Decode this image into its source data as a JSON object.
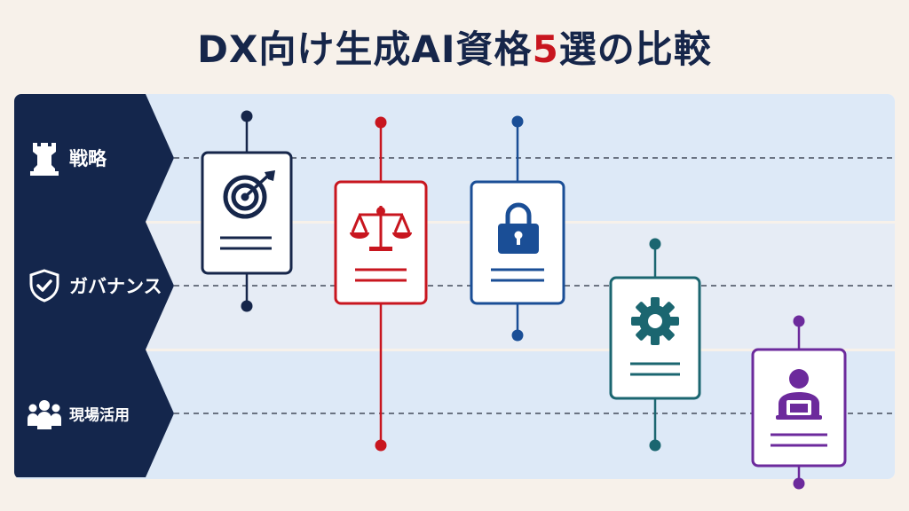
{
  "title": {
    "main": "DX向け生成AI資格",
    "number": "5",
    "suffix": "選の比較"
  },
  "rows": [
    {
      "label": "戦略",
      "icon": "chess-rook-icon"
    },
    {
      "label": "ガバナンス",
      "icon": "shield-check-icon"
    },
    {
      "label": "現場活用",
      "icon": "people-group-icon"
    }
  ],
  "cards": [
    {
      "icon": "target-arrow-icon",
      "color": "#16264a"
    },
    {
      "icon": "balance-scale-icon",
      "color": "#c8161f"
    },
    {
      "icon": "padlock-icon",
      "color": "#1a4e96"
    },
    {
      "icon": "gear-icon",
      "color": "#1b6670"
    },
    {
      "icon": "person-laptop-icon",
      "color": "#6c2a9c"
    }
  ],
  "colors": {
    "navy": "#14264c",
    "background": "#f7f1ea"
  }
}
